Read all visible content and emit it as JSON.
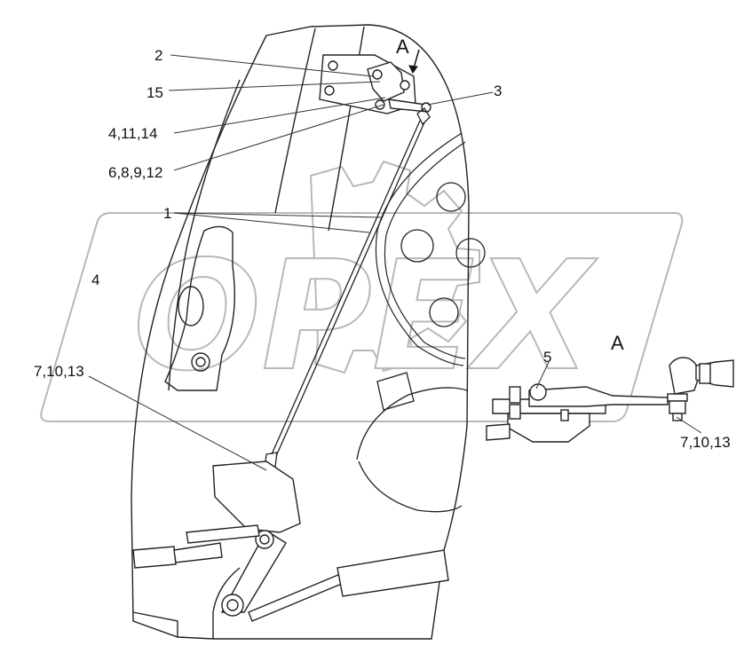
{
  "labels": {
    "l2": "2",
    "l15": "15",
    "l4_11_14": "4,11,14",
    "l6_8_9_12": "6,8,9,12",
    "l1": "1",
    "l3": "3",
    "l4": "4",
    "l7_10_13_left": "7,10,13",
    "l5": "5",
    "l7_10_13_right": "7,10,13"
  },
  "view": {
    "arrow_label": "A",
    "detail_label": "A"
  },
  "watermark": {
    "text": "OPEX"
  },
  "colors": {
    "line": "#222222",
    "leader": "#333333",
    "watermark_outline": "#b8b8b8"
  }
}
